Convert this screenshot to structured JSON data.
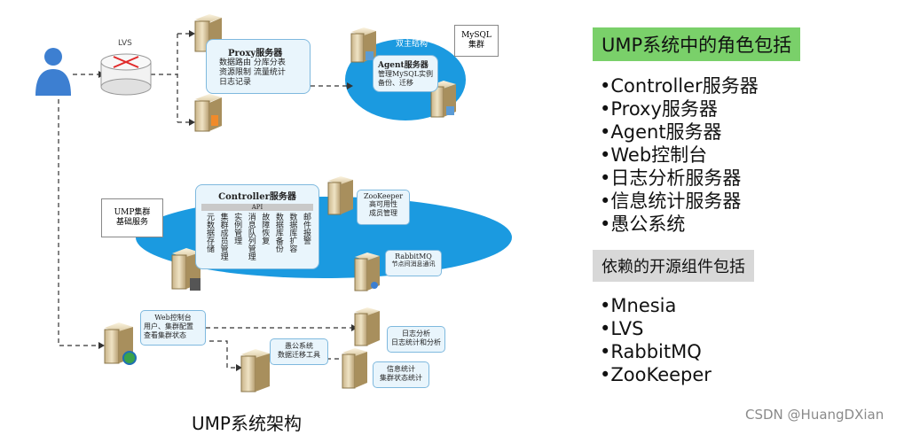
{
  "diagram": {
    "caption": "UMP系统架构",
    "lvs": "LVS",
    "proxy": {
      "title": "Proxy服务器",
      "line1": "数据路由 分库分表",
      "line2": "资源限制 流量统计",
      "line3": "日志记录"
    },
    "dual": "双主结构",
    "mysql": {
      "line1": "MySQL",
      "line2": "集群"
    },
    "agent": {
      "title": "Agent服务器",
      "line1": "管理MySQL实例",
      "line2": "备份、迁移"
    },
    "cluster": {
      "line1": "UMP集群",
      "line2": "基础服务"
    },
    "controller": {
      "title": "Controller服务器",
      "api": "API",
      "columns": [
        "元数据存储",
        "集群成员管理",
        "实例管理",
        "消息队列管理",
        "故障恢复",
        "数据库备份",
        "数据库扩容",
        "邮件报警"
      ]
    },
    "zookeeper": {
      "title": "ZooKeeper",
      "line1": "高可用性",
      "line2": "成员管理"
    },
    "rabbitmq": {
      "title": "RabbitMQ",
      "line1": "节点间消息通讯"
    },
    "web": {
      "title": "Web控制台",
      "line1": "用户、集群配置",
      "line2": "查看集群状态"
    },
    "log": {
      "title": "日志分析",
      "line1": "日志统计和分析"
    },
    "yugong": {
      "title": "愚公系统",
      "line1": "数据迁移工具"
    },
    "stats": {
      "title": "信息统计",
      "line1": "集群状态统计"
    }
  },
  "roles": {
    "heading": "UMP系统中的角色包括",
    "items": [
      "Controller服务器",
      "Proxy服务器",
      "Agent服务器",
      "Web控制台",
      "日志分析服务器",
      "信息统计服务器",
      "愚公系统"
    ]
  },
  "deps": {
    "heading": "依赖的开源组件包括",
    "items": [
      "Mnesia",
      "LVS",
      "RabbitMQ",
      "ZooKeeper"
    ]
  },
  "watermark": "CSDN @HuangDXian",
  "colors": {
    "accent_green": "#7ad06a",
    "ellipse_blue": "#1b9ae0",
    "box_fill": "#e9f5fc"
  }
}
